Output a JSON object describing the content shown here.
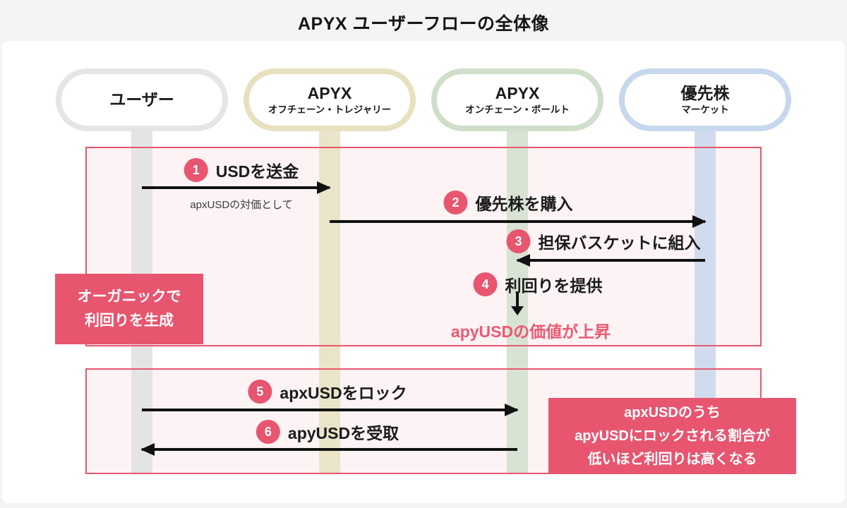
{
  "title": "APYX ユーザーフローの全体像",
  "colors": {
    "accent": "#e7556f",
    "box_border": "#e6586f",
    "box_fill": "#fdf3f4",
    "result_text": "#ea5a72",
    "arrow": "#111111",
    "page_bg": "#f4f4f2",
    "panel_bg": "#ffffff"
  },
  "actors": [
    {
      "name": "ユーザー",
      "subtitle": "",
      "border_color": "#e5e5e5",
      "lane_color": "#e4e4e4"
    },
    {
      "name": "APYX",
      "subtitle": "オフチェーン・トレジャリー",
      "border_color": "#e8e1c0",
      "lane_color": "#eae4c8"
    },
    {
      "name": "APYX",
      "subtitle": "オンチェーン・ボールト",
      "border_color": "#cfdfca",
      "lane_color": "#d8e3d4"
    },
    {
      "name": "優先株",
      "subtitle": "マーケット",
      "border_color": "#c7d7ed",
      "lane_color": "#d0dcee"
    }
  ],
  "steps": [
    {
      "num": "1",
      "label": "USDを送金"
    },
    {
      "num": "2",
      "label": "優先株を購入"
    },
    {
      "num": "3",
      "label": "担保バスケットに組入"
    },
    {
      "num": "4",
      "label": "利回りを提供"
    },
    {
      "num": "5",
      "label": "apxUSDをロック"
    },
    {
      "num": "6",
      "label": "apyUSDを受取"
    }
  ],
  "notes": {
    "step1_sub": "apxUSDの対価として",
    "step4_result": "apyUSDの価値が上昇"
  },
  "callouts": {
    "left": {
      "lines": [
        "オーガニックで",
        "利回りを生成"
      ]
    },
    "right": {
      "lines": [
        "apxUSDのうち",
        "apyUSDにロックされる割合が",
        "低いほど利回りは高くなる"
      ]
    }
  }
}
